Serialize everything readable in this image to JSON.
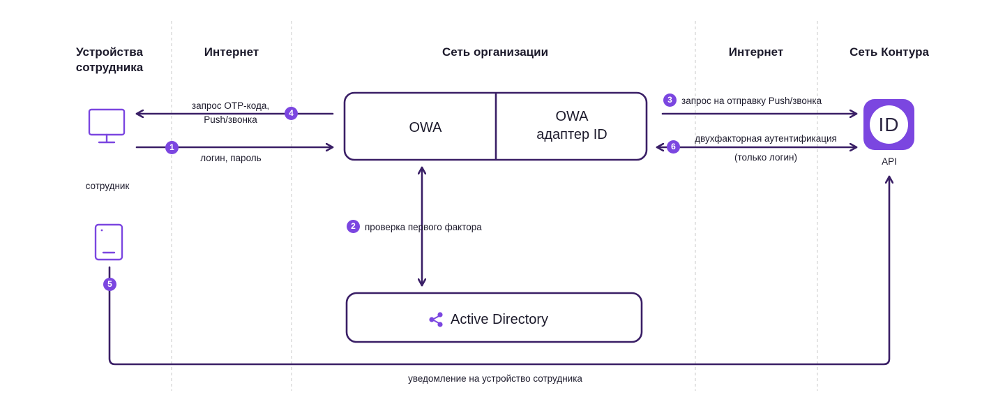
{
  "columns": {
    "devices": "Устройства\nсотрудника",
    "internet_left": "Интернет",
    "org_network": "Сеть организации",
    "internet_right": "Интернет",
    "kontur_network": "Сеть Контура"
  },
  "nodes": {
    "owa": "OWA",
    "owa_adapter": "OWA\nадаптер ID",
    "active_directory": "Active Directory",
    "employee": "сотрудник",
    "api": "API",
    "id_logo": "ID"
  },
  "steps": [
    {
      "number": "1",
      "label": "логин, пароль"
    },
    {
      "number": "2",
      "label": "проверка первого фактора"
    },
    {
      "number": "3",
      "label": "запрос на отправку Push/звонка"
    },
    {
      "number": "4",
      "label": "запрос OTP-кода,\nPush/звонка"
    },
    {
      "number": "5",
      "label": "уведомление на устройство сотрудника"
    },
    {
      "number": "6",
      "label": "двухфакторная аутентификация\n(только логин)"
    }
  ],
  "icons": [
    "monitor-icon",
    "phone-icon",
    "share-icon",
    "id-logo-icon"
  ],
  "colors": {
    "accent": "#7b46e0",
    "line": "#3a1f66",
    "divider": "#c8c8c8"
  }
}
